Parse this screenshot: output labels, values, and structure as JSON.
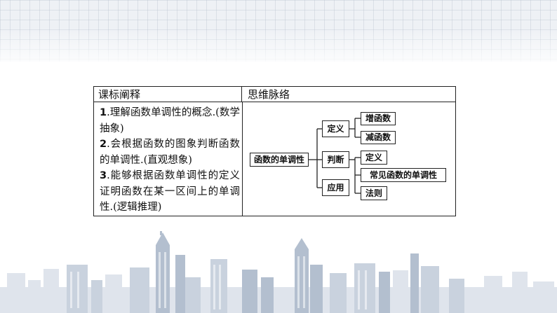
{
  "table": {
    "header_left": "课标阐释",
    "header_right": "思维脉络",
    "goals": [
      {
        "num": "1",
        "text": ".理解函数单调性的概念.(数学抽象)"
      },
      {
        "num": "2",
        "text": ".会根据函数的图象判断函数的单调性.(直观想象)"
      },
      {
        "num": "3",
        "text": ".能够根据函数单调性的定义证明函数在某一区间上的单调性.(逻辑推理)"
      }
    ]
  },
  "mindmap": {
    "root": "函数的单调性",
    "branches": [
      {
        "label": "定义",
        "children": [
          "增函数",
          "减函数"
        ]
      },
      {
        "label": "判断",
        "children": [
          "定义",
          "常见函数的单调性",
          "法则"
        ]
      },
      {
        "label": "应用",
        "children": []
      }
    ]
  }
}
